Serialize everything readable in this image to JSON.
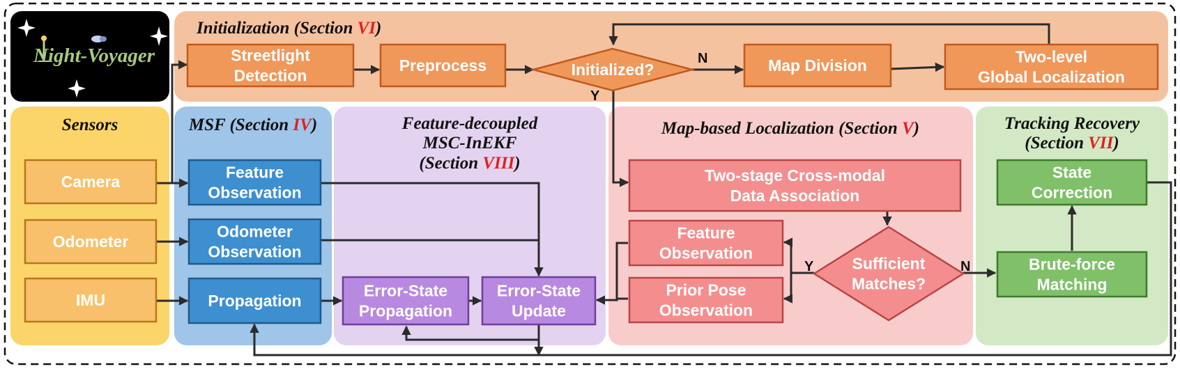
{
  "colors": {
    "init_bg": "#f5c2a0",
    "sensors_bg": "#fcd56a",
    "msf_bg": "#9fc5e8",
    "feature_bg": "#e3d3f0",
    "map_bg": "#f9cccc",
    "track_bg": "#d3e8c4",
    "orange_box": "#f0975a",
    "orange_border": "#c05a1c",
    "sensor_box": "#f8c06a",
    "sensor_border": "#b8761a",
    "blue_box": "#3d8fd0",
    "blue_border": "#1f5a8a",
    "purple_box": "#b889e0",
    "purple_border": "#6e3e99",
    "red_box": "#f48e8e",
    "red_border": "#b84545",
    "green_box": "#7fc068",
    "green_border": "#3f7a2e",
    "accent_red": "#e02020"
  },
  "logo": {
    "text": "Night-Voyager",
    "icon": "streetlight-icon",
    "stars": "star-icon"
  },
  "groups": {
    "initialization": {
      "title": "Initialization (Section ",
      "sec": "VI",
      "tail": ")"
    },
    "sensors": {
      "title": "Sensors"
    },
    "msf": {
      "title": "MSF (Section ",
      "sec": "IV",
      "tail": ")"
    },
    "feature_decoupled": {
      "line1": "Feature-decoupled",
      "line2": "MSC-InEKF",
      "line3_pre": "(Section ",
      "sec": "VIII",
      "tail": ")"
    },
    "map_localization": {
      "title": "Map-based Localization (Section ",
      "sec": "V",
      "tail": ")"
    },
    "tracking_recovery": {
      "line1": "Tracking Recovery",
      "line2_pre": "(Section ",
      "sec": "VII",
      "tail": ")"
    }
  },
  "boxes": {
    "streetlight_detection": [
      "Streetlight",
      "Detection"
    ],
    "preprocess": [
      "Preprocess"
    ],
    "initialized": [
      "Initialized?"
    ],
    "map_division": [
      "Map Division"
    ],
    "two_level": [
      "Two-level",
      "Global Localization"
    ],
    "camera": [
      "Camera"
    ],
    "odometer": [
      "Odometer"
    ],
    "imu": [
      "IMU"
    ],
    "msf_feature": [
      "Feature",
      "Observation"
    ],
    "msf_odometer": [
      "Odometer",
      "Observation"
    ],
    "propagation": [
      "Propagation"
    ],
    "error_prop": [
      "Error-State",
      "Propagation"
    ],
    "error_update": [
      "Error-State",
      "Update"
    ],
    "cross_modal": [
      "Two-stage Cross-modal",
      "Data Association"
    ],
    "map_feature": [
      "Feature",
      "Observation"
    ],
    "prior_pose": [
      "Prior Pose",
      "Observation"
    ],
    "sufficient": [
      "Sufficient",
      "Matches?"
    ],
    "state_correction": [
      "State",
      "Correction"
    ],
    "brute_force": [
      "Brute-force",
      "Matching"
    ]
  },
  "edge_labels": {
    "init_no": "N",
    "init_yes": "Y",
    "match_yes": "Y",
    "match_no": "N"
  }
}
